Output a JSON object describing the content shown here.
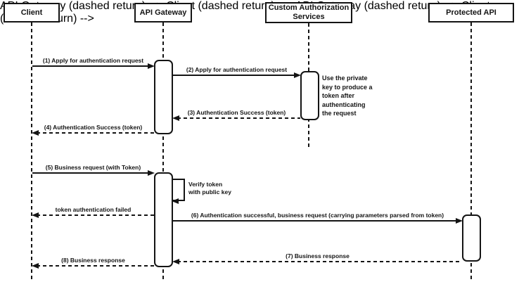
{
  "diagram": {
    "type": "uml-sequence-diagram",
    "colors": {
      "stroke": "#141414",
      "fill": "#ffffff",
      "background": "#ffffff"
    },
    "participants": [
      {
        "label": "Client"
      },
      {
        "label": "API Gateway"
      },
      {
        "label": "Custom Authorization\nServices"
      },
      {
        "label": "Protected API"
      }
    ],
    "messages": [
      {
        "label": "(1) Apply for authentication request",
        "from": "Client",
        "to": "API Gateway",
        "style": "solid"
      },
      {
        "label": "(2) Apply for authentication request",
        "from": "API Gateway",
        "to": "Custom Authorization Services",
        "style": "solid"
      },
      {
        "label": "(3) Authentication Success (token)",
        "from": "Custom Authorization Services",
        "to": "API Gateway",
        "style": "dashed"
      },
      {
        "label": "(4) Authentication Success (token)",
        "from": "API Gateway",
        "to": "Client",
        "style": "dashed"
      },
      {
        "label": "(5) Business request (with Token)",
        "from": "Client",
        "to": "API Gateway",
        "style": "solid"
      },
      {
        "label": "Verify token\nwith public key",
        "from": "API Gateway",
        "to": "API Gateway",
        "style": "self"
      },
      {
        "label": "token authentication failed",
        "from": "API Gateway",
        "to": "Client",
        "style": "dashed"
      },
      {
        "label": "(6) Authentication successful, business request (carrying parameters parsed from token)",
        "from": "API Gateway",
        "to": "Protected API",
        "style": "solid"
      },
      {
        "label": "(7) Business response",
        "from": "Protected API",
        "to": "API Gateway",
        "style": "dashed"
      },
      {
        "label": "(8) Business response",
        "from": "API Gateway",
        "to": "Client",
        "style": "dashed"
      }
    ],
    "notes": [
      {
        "text": "Use the private\nkey to produce a\ntoken after\nauthenticating\nthe request"
      }
    ]
  }
}
